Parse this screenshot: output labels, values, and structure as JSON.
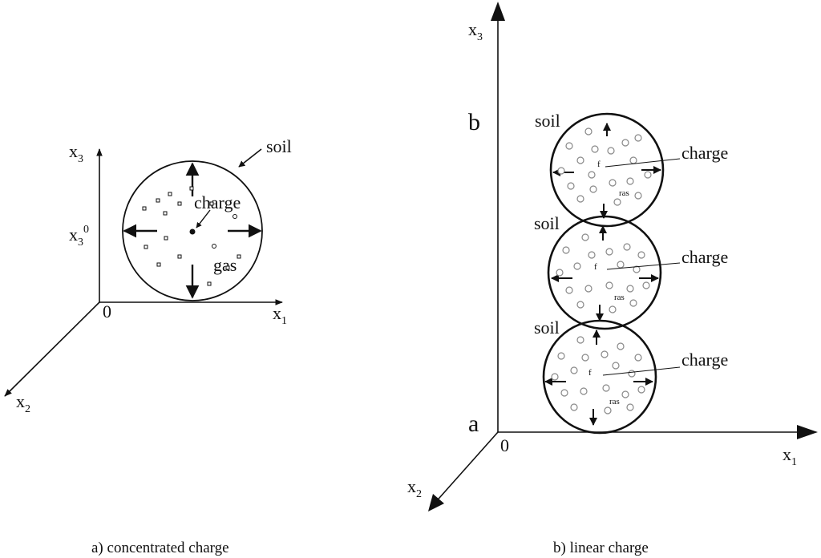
{
  "panel_a": {
    "axis_x1": "x",
    "axis_x1_sub": "1",
    "axis_x2": "x",
    "axis_x2_sub": "2",
    "axis_x3": "x",
    "axis_x3_sub": "3",
    "x3_level": "x",
    "x3_level_sub": "3",
    "x3_level_sup": "0",
    "origin": "0",
    "soil": "soil",
    "charge": "charge",
    "gas": "gas",
    "caption": "a) concentrated charge"
  },
  "panel_b": {
    "axis_x1": "x",
    "axis_x1_sub": "1",
    "axis_x2": "x",
    "axis_x2_sub": "2",
    "axis_x3": "x",
    "axis_x3_sub": "3",
    "point_a": "a",
    "point_b": "b",
    "origin": "0",
    "spheres": [
      {
        "soil": "soil",
        "charge": "charge",
        "f": "f",
        "gas": "ras"
      },
      {
        "soil": "soil",
        "charge": "charge",
        "f": "f",
        "gas": "ras"
      },
      {
        "soil": "soil",
        "charge": "charge",
        "f": "f",
        "gas": "ras"
      }
    ],
    "caption": "b) linear charge"
  }
}
